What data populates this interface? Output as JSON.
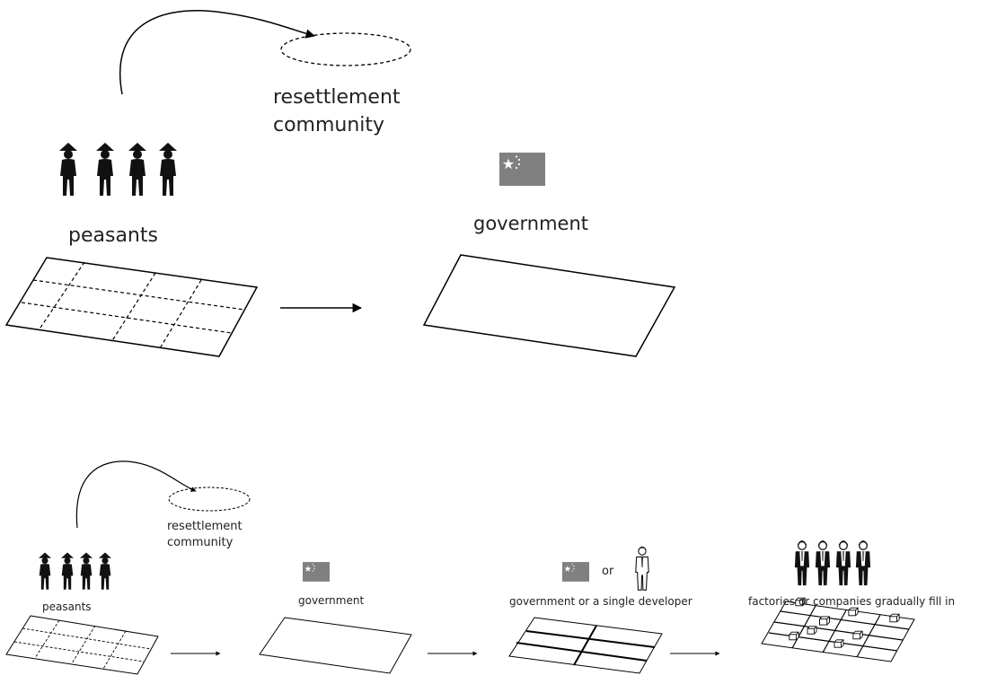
{
  "top_panel": {
    "resettlement_label_1": "resettlement",
    "resettlement_label_2": "community",
    "peasants_label": "peasants",
    "government_label": "government"
  },
  "bottom_panel": {
    "resettlement_label_1": "resettlement",
    "resettlement_label_2": "community",
    "peasants_label": "peasants",
    "government_label": "government",
    "or_label": "or",
    "developer_label": "government or a single developer",
    "factories_label": "factories or companies gradually fill in"
  },
  "icons": {
    "flag": "china-flag-icon",
    "peasant": "peasant-figure-icon",
    "developer": "businessman-figure-icon",
    "building": "building-block-icon"
  },
  "colors": {
    "ink": "#111111",
    "flag_bg": "#808080",
    "line": "#000000"
  }
}
